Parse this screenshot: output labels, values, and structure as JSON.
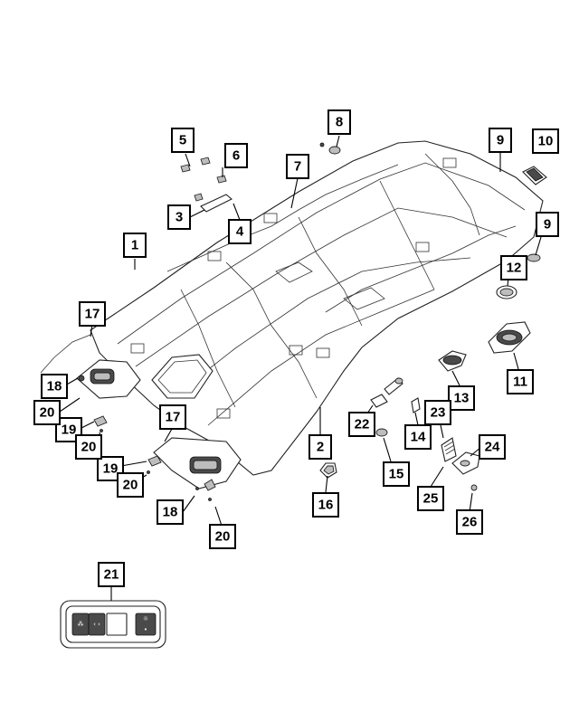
{
  "diagram": {
    "callouts": [
      {
        "id": "callout-1",
        "label": "1"
      },
      {
        "id": "callout-2",
        "label": "2"
      },
      {
        "id": "callout-3",
        "label": "3"
      },
      {
        "id": "callout-4",
        "label": "4"
      },
      {
        "id": "callout-5",
        "label": "5"
      },
      {
        "id": "callout-6",
        "label": "6"
      },
      {
        "id": "callout-7",
        "label": "7"
      },
      {
        "id": "callout-8",
        "label": "8"
      },
      {
        "id": "callout-9a",
        "label": "9"
      },
      {
        "id": "callout-9b",
        "label": "9"
      },
      {
        "id": "callout-10",
        "label": "10"
      },
      {
        "id": "callout-11",
        "label": "11"
      },
      {
        "id": "callout-12",
        "label": "12"
      },
      {
        "id": "callout-13",
        "label": "13"
      },
      {
        "id": "callout-14",
        "label": "14"
      },
      {
        "id": "callout-15",
        "label": "15"
      },
      {
        "id": "callout-16",
        "label": "16"
      },
      {
        "id": "callout-17a",
        "label": "17"
      },
      {
        "id": "callout-17b",
        "label": "17"
      },
      {
        "id": "callout-18a",
        "label": "18"
      },
      {
        "id": "callout-18b",
        "label": "18"
      },
      {
        "id": "callout-19a",
        "label": "19"
      },
      {
        "id": "callout-19b",
        "label": "19"
      },
      {
        "id": "callout-20a",
        "label": "20"
      },
      {
        "id": "callout-20b",
        "label": "20"
      },
      {
        "id": "callout-20c",
        "label": "20"
      },
      {
        "id": "callout-20d",
        "label": "20"
      },
      {
        "id": "callout-21",
        "label": "21"
      },
      {
        "id": "callout-22",
        "label": "22"
      },
      {
        "id": "callout-23",
        "label": "23"
      },
      {
        "id": "callout-24",
        "label": "24"
      },
      {
        "id": "callout-25",
        "label": "25"
      },
      {
        "id": "callout-26",
        "label": "26"
      }
    ],
    "console_glyphs": {
      "left": "⁂",
      "mid": "‹ ›",
      "right_top": "☼",
      "right_bottom": "•"
    }
  }
}
